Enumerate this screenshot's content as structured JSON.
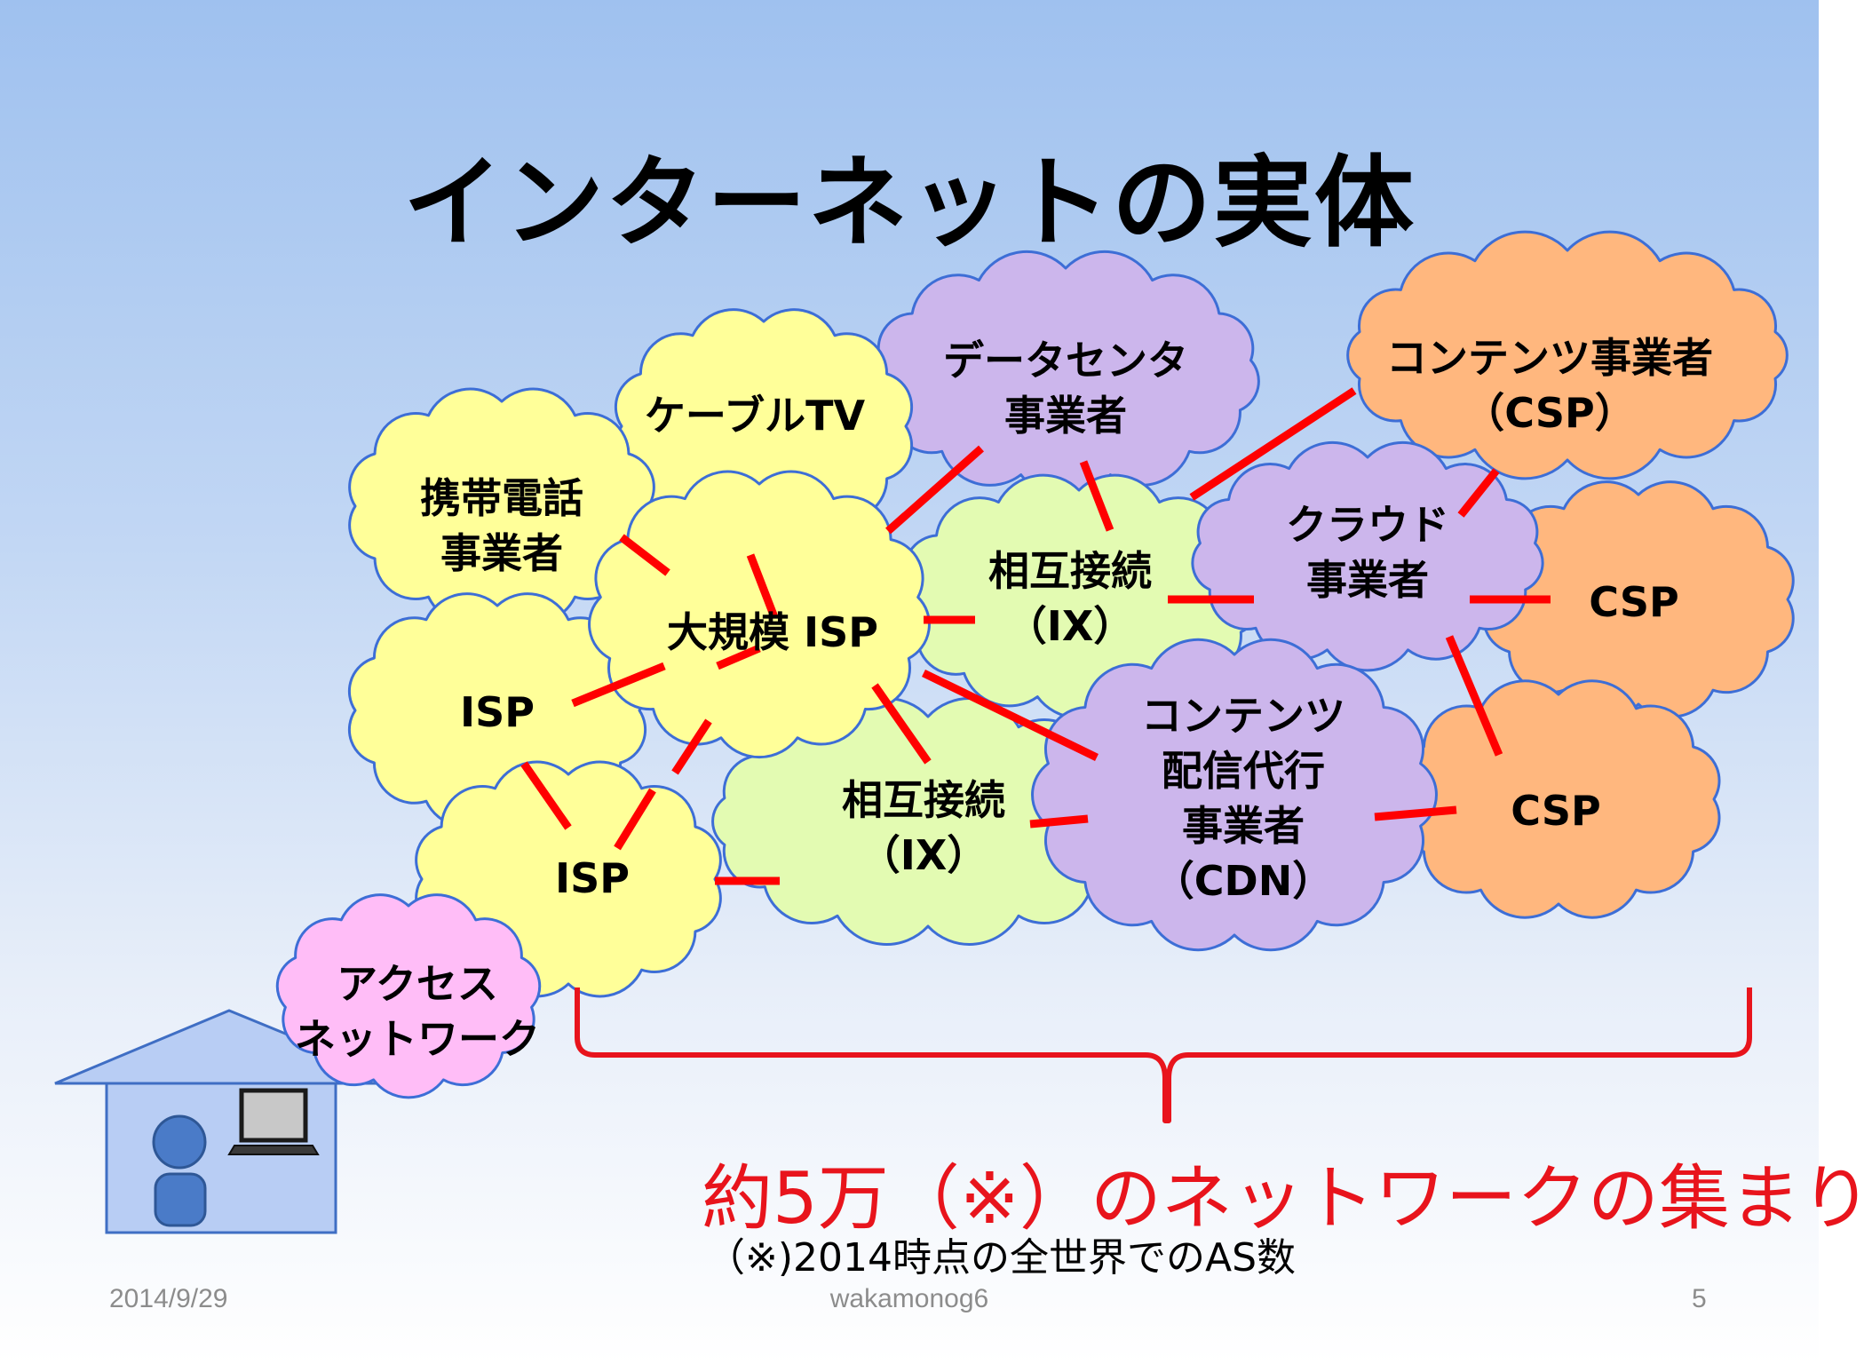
{
  "title": "インターネットの実体",
  "colors": {
    "yellow_cloud": "#ffff99",
    "purple_cloud": "#ccb6ec",
    "orange_cloud": "#ffb77e",
    "green_cloud": "#e3fbb2",
    "pink_cloud": "#ffbdf7",
    "cloud_outline": "#3d6ed6",
    "link_red": "#ff0000",
    "caption_red": "#e8141c"
  },
  "nodes": {
    "cable_tv": [
      "ケーブルTV"
    ],
    "mobile": [
      "携帯電話",
      "事業者"
    ],
    "large_isp": [
      "大規模 ISP"
    ],
    "isp_left": [
      "ISP"
    ],
    "isp_bottom": [
      "ISP"
    ],
    "access_network": [
      "アクセス",
      "ネットワーク"
    ],
    "data_center": [
      "データセンタ",
      "事業者"
    ],
    "ix_top": [
      "相互接続",
      "（IX）"
    ],
    "ix_bottom": [
      "相互接続",
      "（IX）"
    ],
    "cloud_provider": [
      "クラウド",
      "事業者"
    ],
    "cdn": [
      "コンテンツ",
      "配信代行",
      "事業者",
      "（CDN）"
    ],
    "content_provider": [
      "コンテンツ事業者",
      "（CSP）"
    ],
    "csp_right": [
      "CSP"
    ],
    "csp_bottom": [
      "CSP"
    ]
  },
  "caption": {
    "main": "約5万（※）のネットワークの集まり",
    "note": "（※)2014時点の全世界でのAS数"
  },
  "footer": {
    "date": "2014/9/29",
    "author": "wakamonog6",
    "page": "5"
  }
}
